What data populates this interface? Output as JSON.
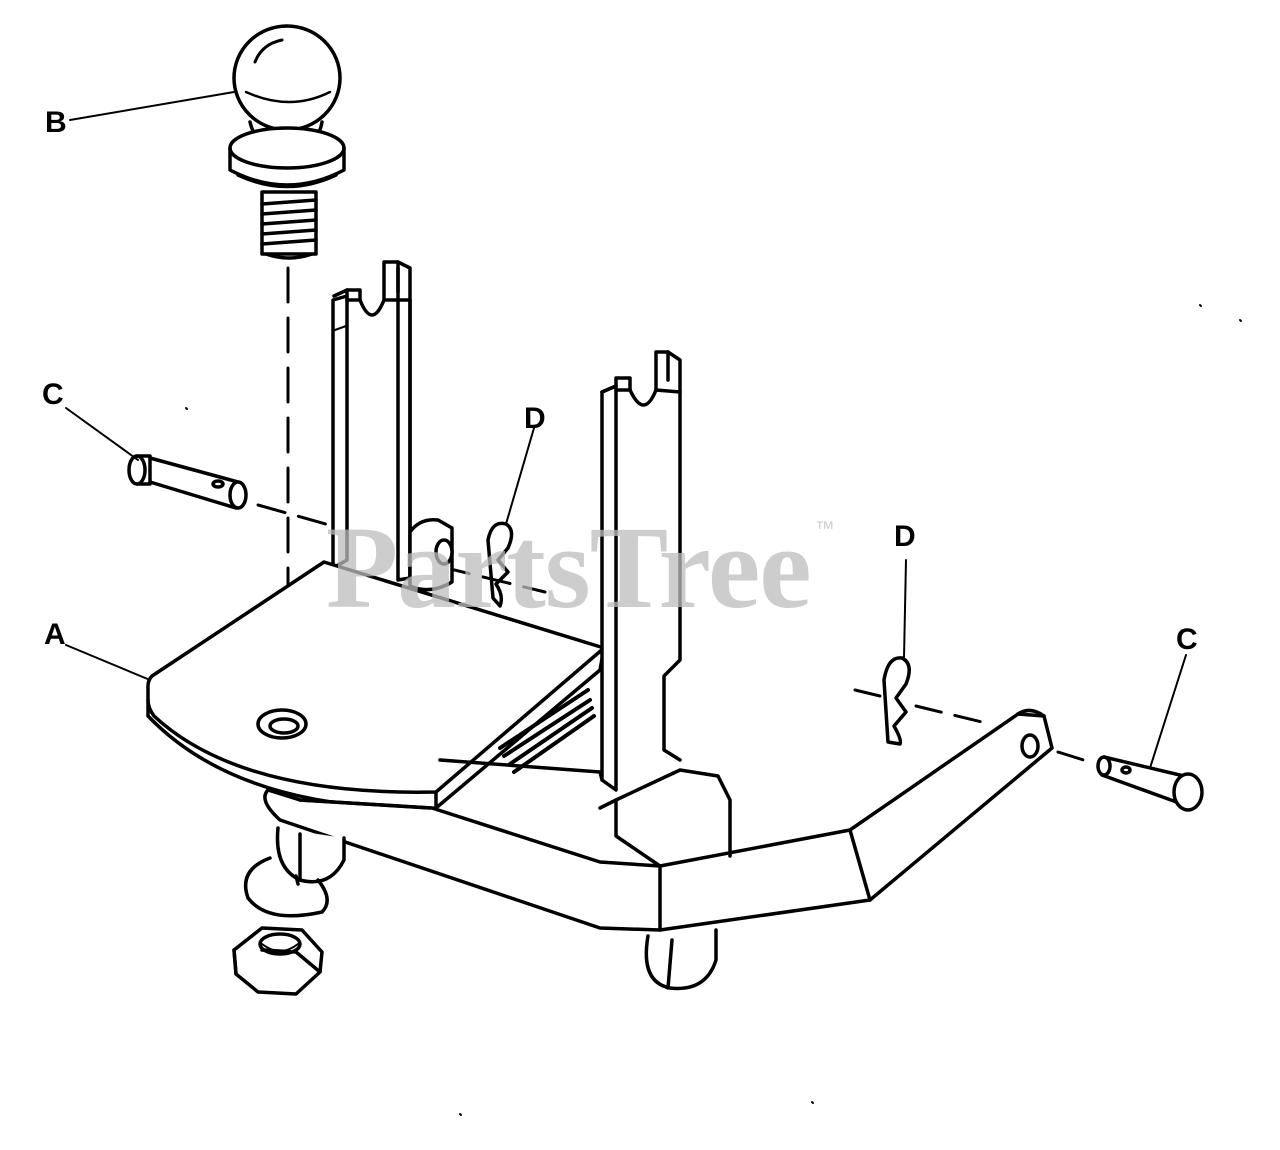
{
  "diagram": {
    "callouts": {
      "a": "A",
      "b": "B",
      "c_left": "C",
      "c_right": "C",
      "d_left": "D",
      "d_right": "D"
    },
    "watermark": {
      "text": "PartsTree",
      "trademark": "™"
    },
    "colors": {
      "line": "#000000",
      "background": "#ffffff",
      "watermark": "#bdbdbd"
    }
  }
}
